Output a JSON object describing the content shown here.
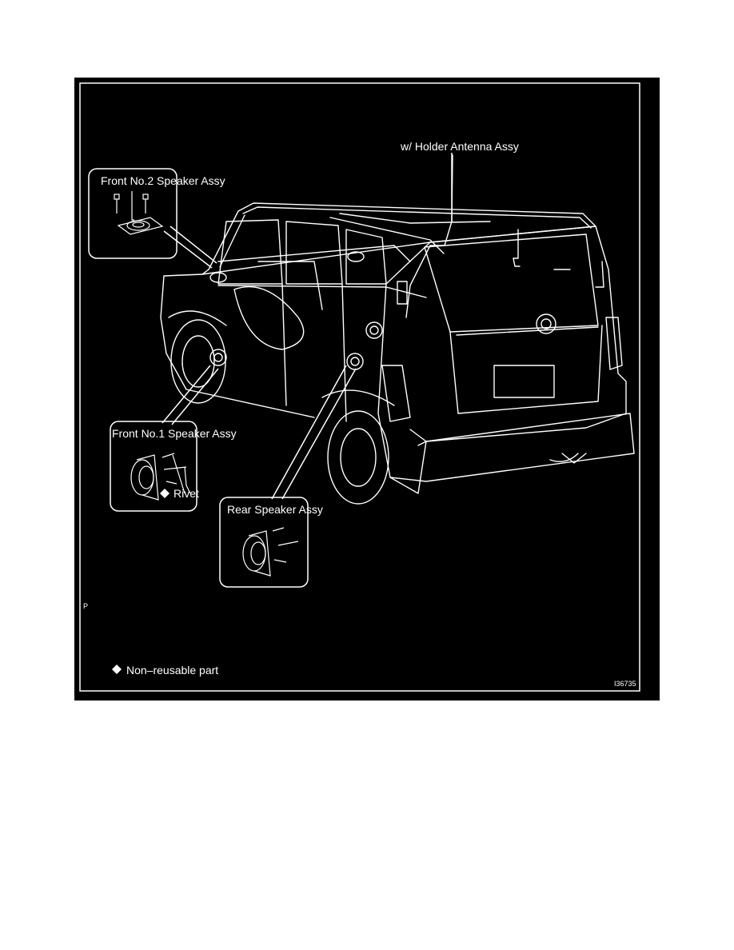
{
  "labels": {
    "antenna": "w/ Holder Antenna Assy",
    "front_no2": "Front No.2 Speaker Assy",
    "front_no1": "Front No.1 Speaker Assy",
    "rivet": "Rivet",
    "rear": "Rear Speaker Assy",
    "p_marker": "P",
    "non_reusable": "Non–reusable part",
    "figure_id": "I36735"
  },
  "icons": {
    "non_reusable": "diamond-icon",
    "rivet": "diamond-icon"
  },
  "colors": {
    "background": "#000000",
    "linework": "#ffffff"
  }
}
